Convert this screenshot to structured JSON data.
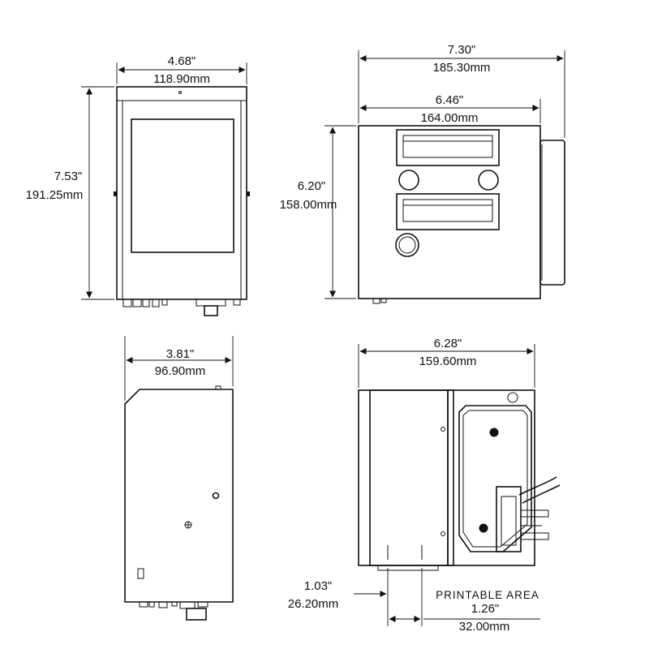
{
  "front_view": {
    "width_in": "4.68\"",
    "width_mm": "118.90mm",
    "height_in": "7.53\"",
    "height_mm": "191.25mm"
  },
  "top_right_view": {
    "overall_width_in": "7.30\"",
    "overall_width_mm": "185.30mm",
    "body_width_in": "6.46\"",
    "body_width_mm": "164.00mm",
    "height_in": "6.20\"",
    "height_mm": "158.00mm"
  },
  "side_view": {
    "width_in": "3.81\"",
    "width_mm": "96.90mm"
  },
  "bottom_view": {
    "width_in": "6.28\"",
    "width_mm": "159.60mm",
    "offset_in": "1.03\"",
    "offset_mm": "26.20mm",
    "printable_area_label": "PRINTABLE  AREA",
    "printable_in": "1.26\"",
    "printable_mm": "32.00mm"
  },
  "colors": {
    "ink": "#111111",
    "background": "#ffffff"
  }
}
